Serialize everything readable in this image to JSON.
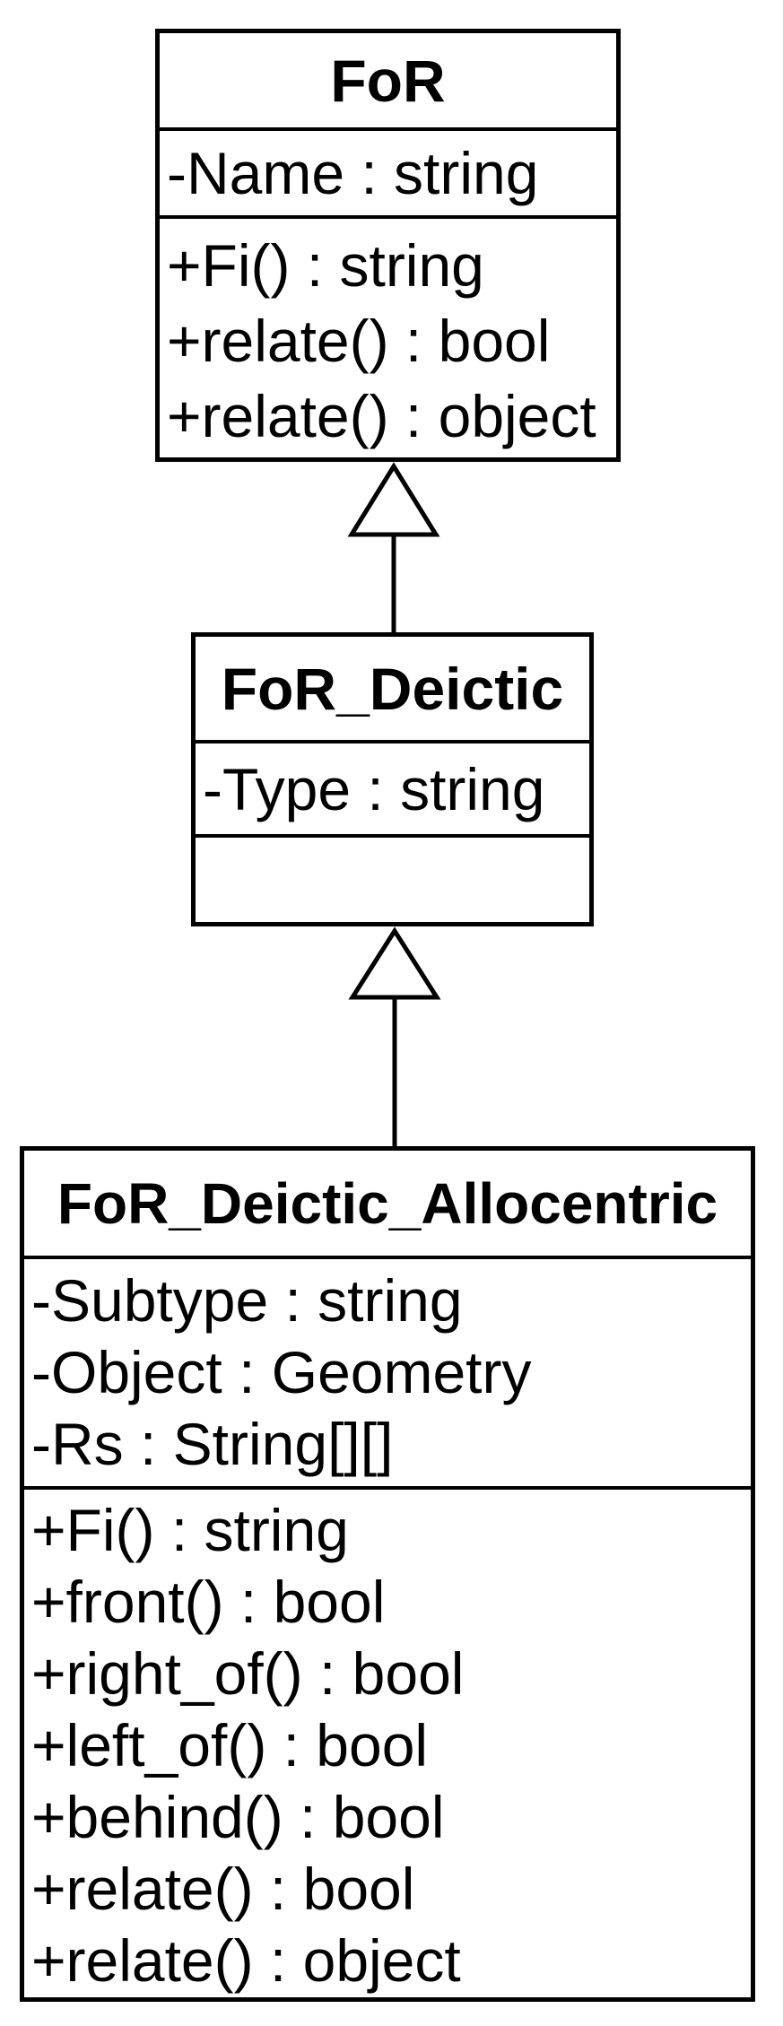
{
  "diagram": {
    "type": "uml-class-diagram",
    "classes": [
      {
        "name": "FoR",
        "attributes": [
          "-Name : string"
        ],
        "methods": [
          "+Fi() : string",
          "+relate() : bool",
          "+relate() : object"
        ]
      },
      {
        "name": "FoR_Deictic",
        "attributes": [
          "-Type : string"
        ],
        "methods": []
      },
      {
        "name": "FoR_Deictic_Allocentric",
        "attributes": [
          "-Subtype : string",
          "-Object : Geometry",
          "-Rs : String[][]"
        ],
        "methods": [
          "+Fi() : string",
          "+front() : bool",
          "+right_of() : bool",
          "+left_of() : bool",
          "+behind() : bool",
          "+relate() : bool",
          "+relate() : object"
        ]
      }
    ],
    "relations": [
      {
        "type": "generalization",
        "from": "FoR_Deictic",
        "to": "FoR"
      },
      {
        "type": "generalization",
        "from": "FoR_Deictic_Allocentric",
        "to": "FoR_Deictic"
      }
    ],
    "colors": {
      "line": "#000000",
      "fill": "#ffffff",
      "text": "#000000"
    }
  }
}
